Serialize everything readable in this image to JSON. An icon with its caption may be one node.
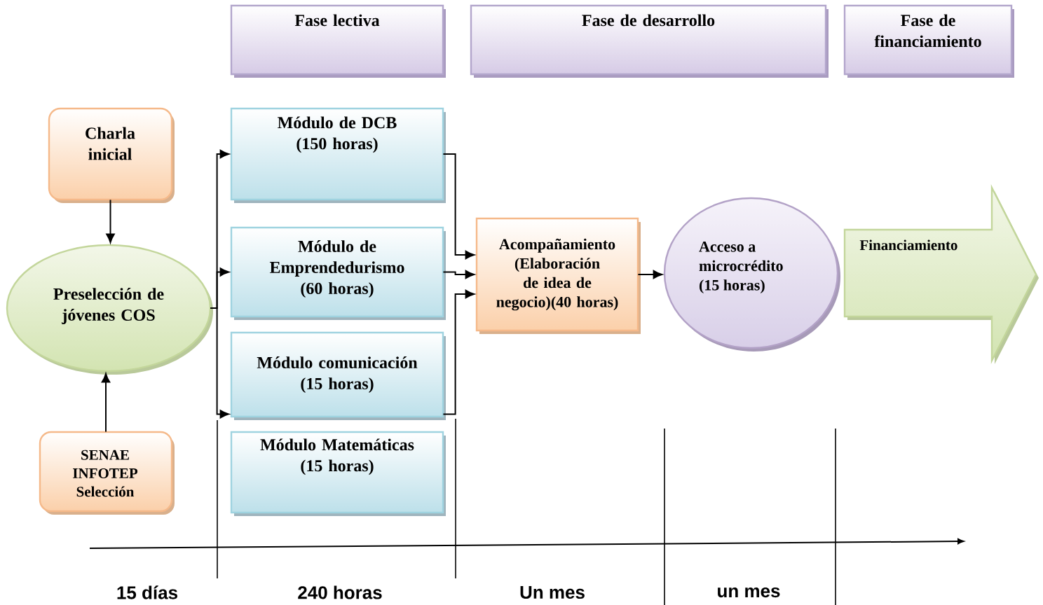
{
  "diagram": {
    "nodes": [
      {
        "text": [
          "Fase lectiva"
        ]
      },
      {
        "text": [
          "Fase de desarrollo"
        ]
      },
      {
        "text": [
          "Fase de financiamiento"
        ]
      },
      {
        "text": [
          "Charla inicial"
        ]
      },
      {
        "text": [
          "Preselección de jóvenes COS"
        ]
      },
      {
        "text": [
          "SENAE INFOTEP Selección"
        ]
      },
      {
        "text": [
          "Módulo de DCB (150 horas)"
        ]
      },
      {
        "text": [
          "Módulo de Emprendedurismo (60 horas)"
        ]
      },
      {
        "text": [
          "Módulo comunicación (15 horas)"
        ]
      },
      {
        "text": [
          "Módulo Matemáticas (15 horas)"
        ]
      },
      {
        "text": [
          "Acompañamiento (Elaboración de idea de negocio)(40 horas)"
        ]
      },
      {
        "text": [
          "Acceso a microcrédito (15 horas)"
        ]
      },
      {
        "text": [
          "Financiamiento"
        ]
      }
    ],
    "edges": [
      {
        "from": 3,
        "to": 4,
        "arrow": "to"
      },
      {
        "from": 5,
        "to": 4,
        "arrow": "to"
      },
      {
        "from": 4,
        "to": 6,
        "arrow": "to"
      },
      {
        "from": 4,
        "to": 7,
        "arrow": "to"
      },
      {
        "from": 4,
        "to": 8,
        "arrow": "to"
      },
      {
        "from": 6,
        "to": 10,
        "arrow": "to"
      },
      {
        "from": 7,
        "to": 10,
        "arrow": "to"
      },
      {
        "from": 8,
        "to": 10,
        "arrow": "to"
      },
      {
        "from": 10,
        "to": 11,
        "arrow": "to"
      }
    ],
    "labels": [
      "15 días",
      "240 horas",
      "Un mes",
      "un mes"
    ]
  }
}
